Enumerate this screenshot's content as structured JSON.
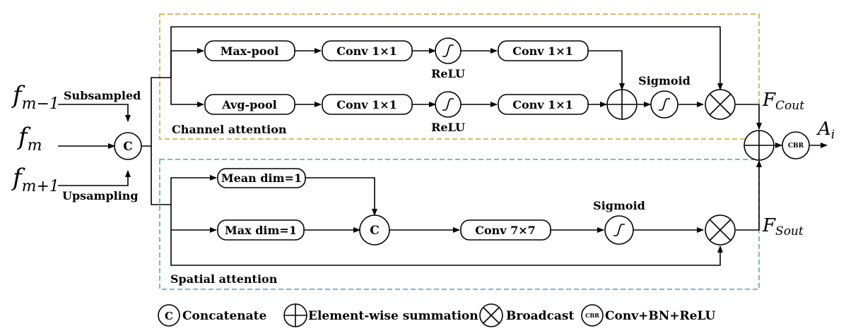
{
  "inputs": {
    "fm_minus": {
      "base": "f",
      "sub": "m−1"
    },
    "fm": {
      "base": "f",
      "sub": "m"
    },
    "fm_plus": {
      "base": "f",
      "sub": "m+1"
    }
  },
  "edge_labels": {
    "subsampled": "Subsampled",
    "upsampling": "Upsampling"
  },
  "nodes": {
    "concat_main": "C",
    "concat_spatial": "C",
    "cbr": "CBR"
  },
  "channel": {
    "title": "Channel attention",
    "max_pool": "Max-pool",
    "avg_pool": "Avg-pool",
    "conv1_top": "Conv 1×1",
    "conv2_top": "Conv 1×1",
    "conv1_bot": "Conv 1×1",
    "conv2_bot": "Conv 1×1",
    "relu_top": "ReLU",
    "relu_bot": "ReLU",
    "sigmoid": "Sigmoid"
  },
  "spatial": {
    "title": "Spatial attention",
    "mean": "Mean dim=1",
    "max": "Max dim=1",
    "conv": "Conv 7×7",
    "sigmoid": "Sigmoid"
  },
  "outputs": {
    "f_cout": {
      "base": "F",
      "sub": "Cout"
    },
    "f_sout": {
      "base": "F",
      "sub": "Sout"
    },
    "a_i": {
      "base": "A",
      "sub": "i"
    }
  },
  "legend": {
    "concat_symbol": "C",
    "concat": "Concatenate",
    "sum": "Element-wise summation",
    "broadcast": "Broadcast",
    "cbr_symbol": "CBR",
    "cbr": "Conv+BN+ReLU"
  },
  "colors": {
    "channel_border": "#c9a33a",
    "spatial_border": "#5b9bbd"
  }
}
